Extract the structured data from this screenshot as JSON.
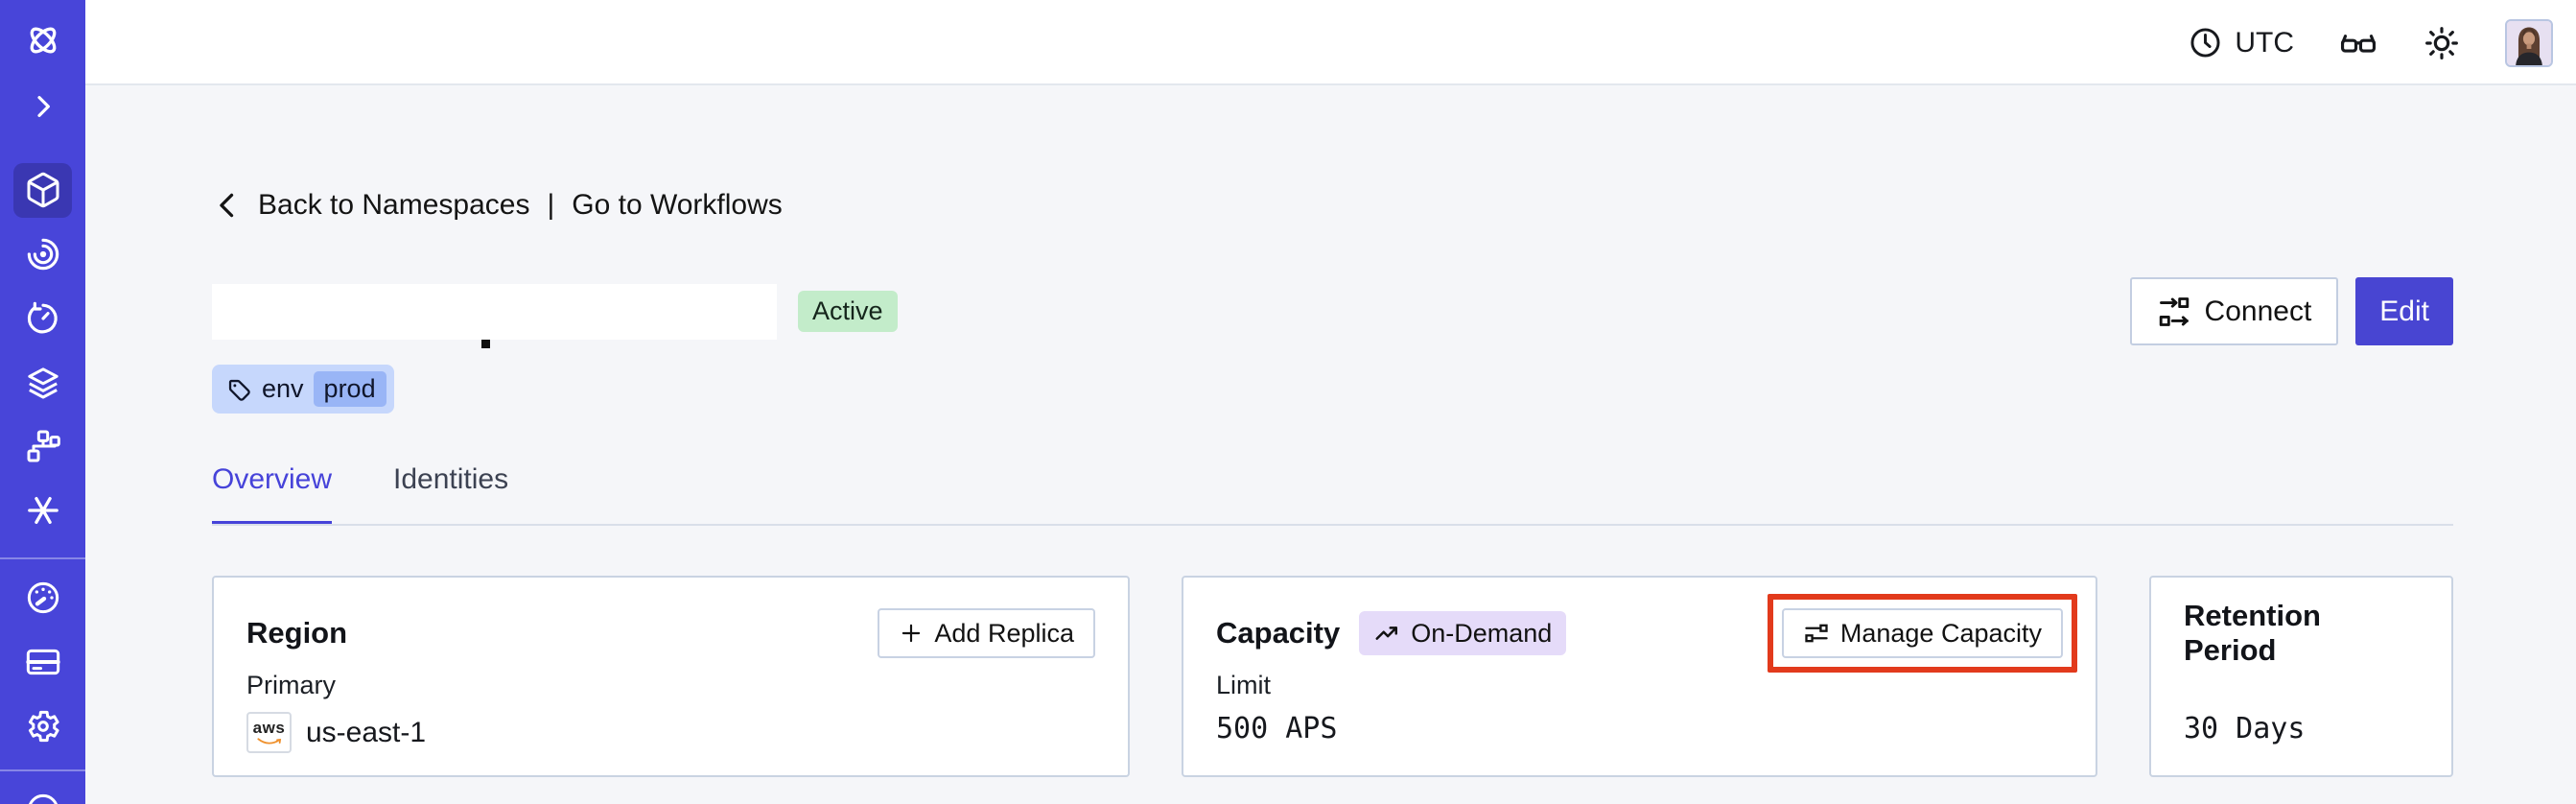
{
  "topbar": {
    "timezone_label": "UTC"
  },
  "sidebar": {
    "items": [
      {
        "name": "temporal-logo"
      },
      {
        "name": "expand-sidebar"
      },
      {
        "name": "namespaces",
        "active": true
      },
      {
        "name": "workflows"
      },
      {
        "name": "schedules"
      },
      {
        "name": "batch-operations"
      },
      {
        "name": "deployments"
      },
      {
        "name": "nexus"
      },
      {
        "name": "usage"
      },
      {
        "name": "billing"
      },
      {
        "name": "settings"
      },
      {
        "name": "profile"
      }
    ]
  },
  "breadcrumb": {
    "back_label": "Back to Namespaces",
    "separator": "|",
    "forward_label": "Go to Workflows"
  },
  "namespace": {
    "status_label": "Active",
    "tag_key": "env",
    "tag_value": "prod"
  },
  "header_actions": {
    "connect_label": "Connect",
    "edit_label": "Edit"
  },
  "tabs": {
    "overview": "Overview",
    "identities": "Identities"
  },
  "cards": {
    "region": {
      "title": "Region",
      "action_label": "Add Replica",
      "field_label": "Primary",
      "provider": "aws",
      "value": "us-east-1"
    },
    "capacity": {
      "title": "Capacity",
      "badge_label": "On-Demand",
      "action_label": "Manage Capacity",
      "field_label": "Limit",
      "value": "500 APS"
    },
    "retention": {
      "title": "Retention Period",
      "value": "30 Days"
    }
  },
  "colors": {
    "sidebar_bg": "#4845d9",
    "sidebar_active_bg": "#3a37b2",
    "accent": "#4845d2",
    "page_bg": "#f5f6f9",
    "card_border": "#c9d3e2",
    "badge_green_bg": "#c3ecca",
    "badge_purple_bg": "#e5dbf9",
    "tag_bg": "#c6d7fc",
    "tag_chip_bg": "#99b5f6",
    "highlight_red": "#e23a1c"
  }
}
